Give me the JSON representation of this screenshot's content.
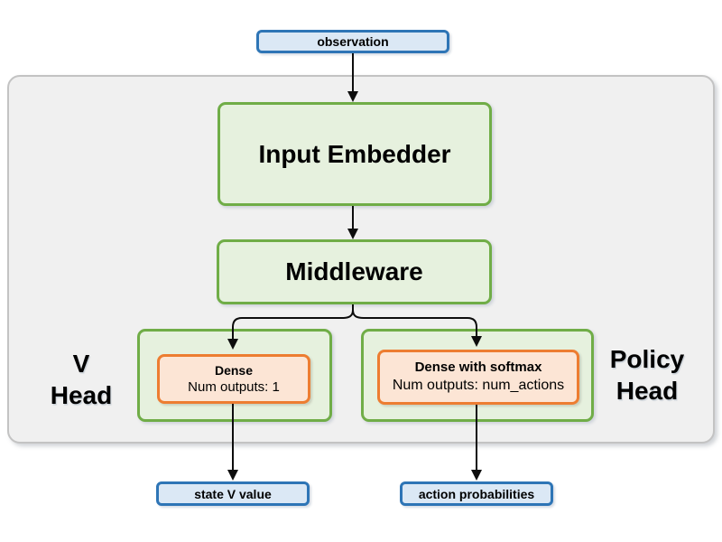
{
  "diagram": {
    "observation": {
      "label": "observation"
    },
    "input_embedder": {
      "label": "Input Embedder"
    },
    "middleware": {
      "label": "Middleware"
    },
    "v_head": {
      "label_line1": "V",
      "label_line2": "Head",
      "dense": {
        "title": "Dense",
        "subtitle": "Num outputs: 1"
      }
    },
    "policy_head": {
      "label_line1": "Policy",
      "label_line2": "Head",
      "dense": {
        "title": "Dense with softmax",
        "subtitle": "Num outputs: num_actions"
      }
    },
    "state_v_value": {
      "label": "state V value"
    },
    "action_probabilities": {
      "label": "action probabilities"
    },
    "edges": [
      {
        "from": "observation",
        "to": "input_embedder"
      },
      {
        "from": "input_embedder",
        "to": "middleware"
      },
      {
        "from": "middleware",
        "to": "v_head_dense"
      },
      {
        "from": "middleware",
        "to": "policy_head_dense"
      },
      {
        "from": "v_head_dense",
        "to": "state_v_value"
      },
      {
        "from": "policy_head_dense",
        "to": "action_probabilities"
      }
    ],
    "colors": {
      "io_box_fill": "#dbe8f5",
      "io_box_border": "#2e75b6",
      "module_fill": "#e6f1de",
      "module_border": "#70ad47",
      "dense_fill": "#fce5d5",
      "dense_border": "#ed7d31",
      "network_container_fill": "#f0f0f0",
      "network_container_border": "#c3c3c3",
      "arrow": "#0d0d0d",
      "text": "#000000"
    }
  }
}
